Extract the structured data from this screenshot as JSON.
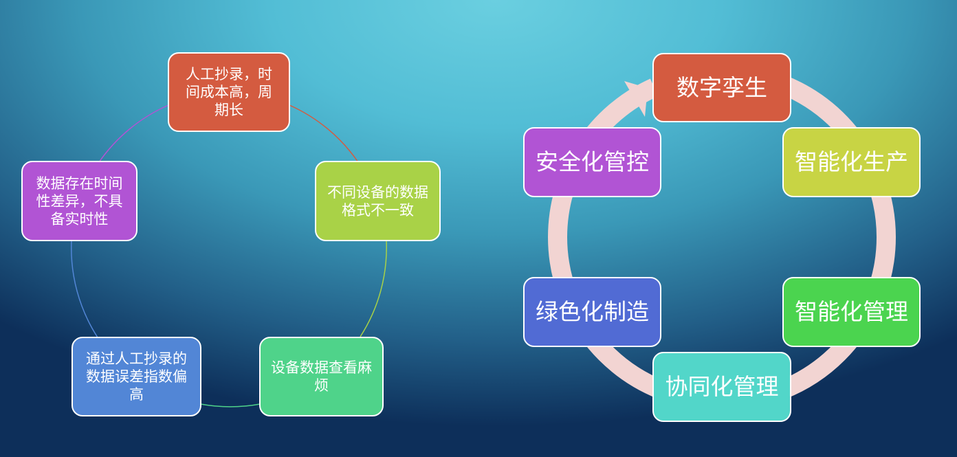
{
  "left_diagram": {
    "type": "cycle",
    "nodes": [
      {
        "label": "人工抄录，时间成本高，周期长",
        "color": "#d45b40"
      },
      {
        "label": "不同设备的数据格式不一致",
        "color": "#a9d247"
      },
      {
        "label": "设备数据查看麻烦",
        "color": "#4fd38a"
      },
      {
        "label": "通过人工抄录的数据误差指数偏高",
        "color": "#5286d6"
      },
      {
        "label": "数据存在时间性差异，不具备实时性",
        "color": "#b154d4"
      }
    ]
  },
  "right_diagram": {
    "type": "cycle-ring",
    "ring_color": "#f2d4d2",
    "nodes": [
      {
        "label": "数字孪生",
        "color": "#d45b40"
      },
      {
        "label": "智能化生产",
        "color": "#c8d444"
      },
      {
        "label": "智能化管理",
        "color": "#4bd44f"
      },
      {
        "label": "协同化管理",
        "color": "#52d6c9"
      },
      {
        "label": "绿色化制造",
        "color": "#516bd4"
      },
      {
        "label": "安全化管控",
        "color": "#b154d4"
      }
    ]
  }
}
